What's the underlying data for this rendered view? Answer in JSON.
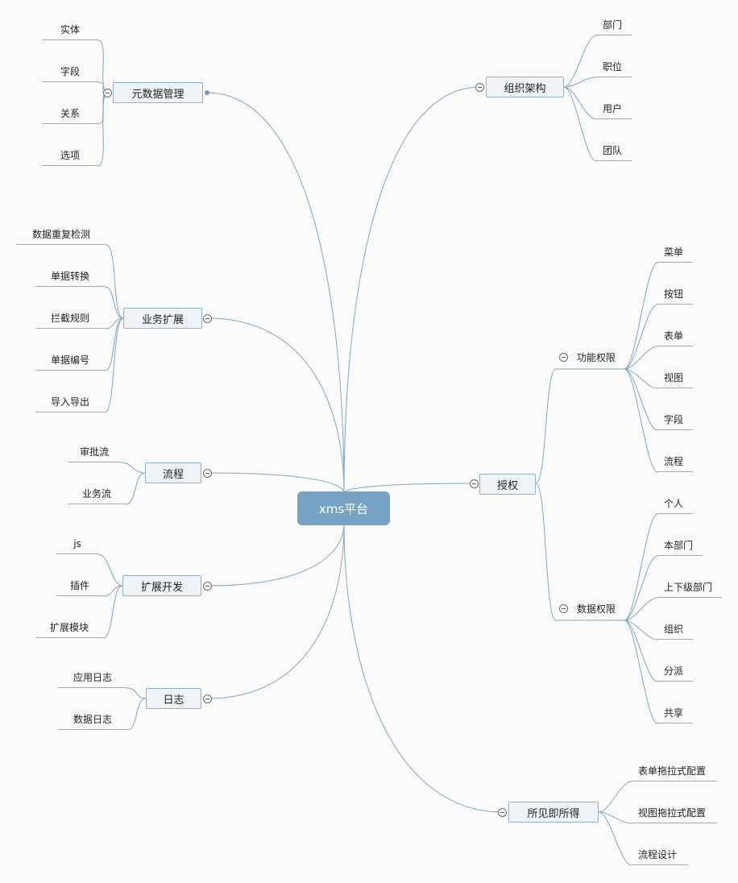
{
  "root": {
    "label": "xms平台"
  },
  "branches": [
    {
      "id": "meta",
      "label": "元数据管理",
      "children": [
        "实体",
        "字段",
        "关系",
        "选项"
      ]
    },
    {
      "id": "org",
      "label": "组织架构",
      "children": [
        "部门",
        "职位",
        "用户",
        "团队"
      ]
    },
    {
      "id": "biz",
      "label": "业务扩展",
      "children": [
        "数据重复检测",
        "单据转换",
        "拦截规则",
        "单据编号",
        "导入导出"
      ]
    },
    {
      "id": "flow",
      "label": "流程",
      "children": [
        "审批流",
        "业务流"
      ]
    },
    {
      "id": "dev",
      "label": "扩展开发",
      "children": [
        "js",
        "插件",
        "扩展模块"
      ]
    },
    {
      "id": "log",
      "label": "日志",
      "children": [
        "应用日志",
        "数据日志"
      ]
    },
    {
      "id": "auth",
      "label": "授权",
      "children": [
        {
          "label": "功能权限",
          "children": [
            "菜单",
            "按钮",
            "表单",
            "视图",
            "字段",
            "流程"
          ]
        },
        {
          "label": "数据权限",
          "children": [
            "个人",
            "本部门",
            "上下级部门",
            "组织",
            "分派",
            "共享"
          ]
        }
      ]
    },
    {
      "id": "wysiwyg",
      "label": "所见即所得",
      "children": [
        "表单拖拉式配置",
        "视图拖拉式配置",
        "流程设计"
      ]
    }
  ],
  "colors": {
    "link": "#7ea6c2",
    "root_fill": "#76a3c3",
    "node_fill": "#eef3f7",
    "node_border": "#8fb0c6"
  },
  "icons": {
    "toggle": "collapse-minus-icon",
    "anchor": "anchor-dot-icon"
  }
}
